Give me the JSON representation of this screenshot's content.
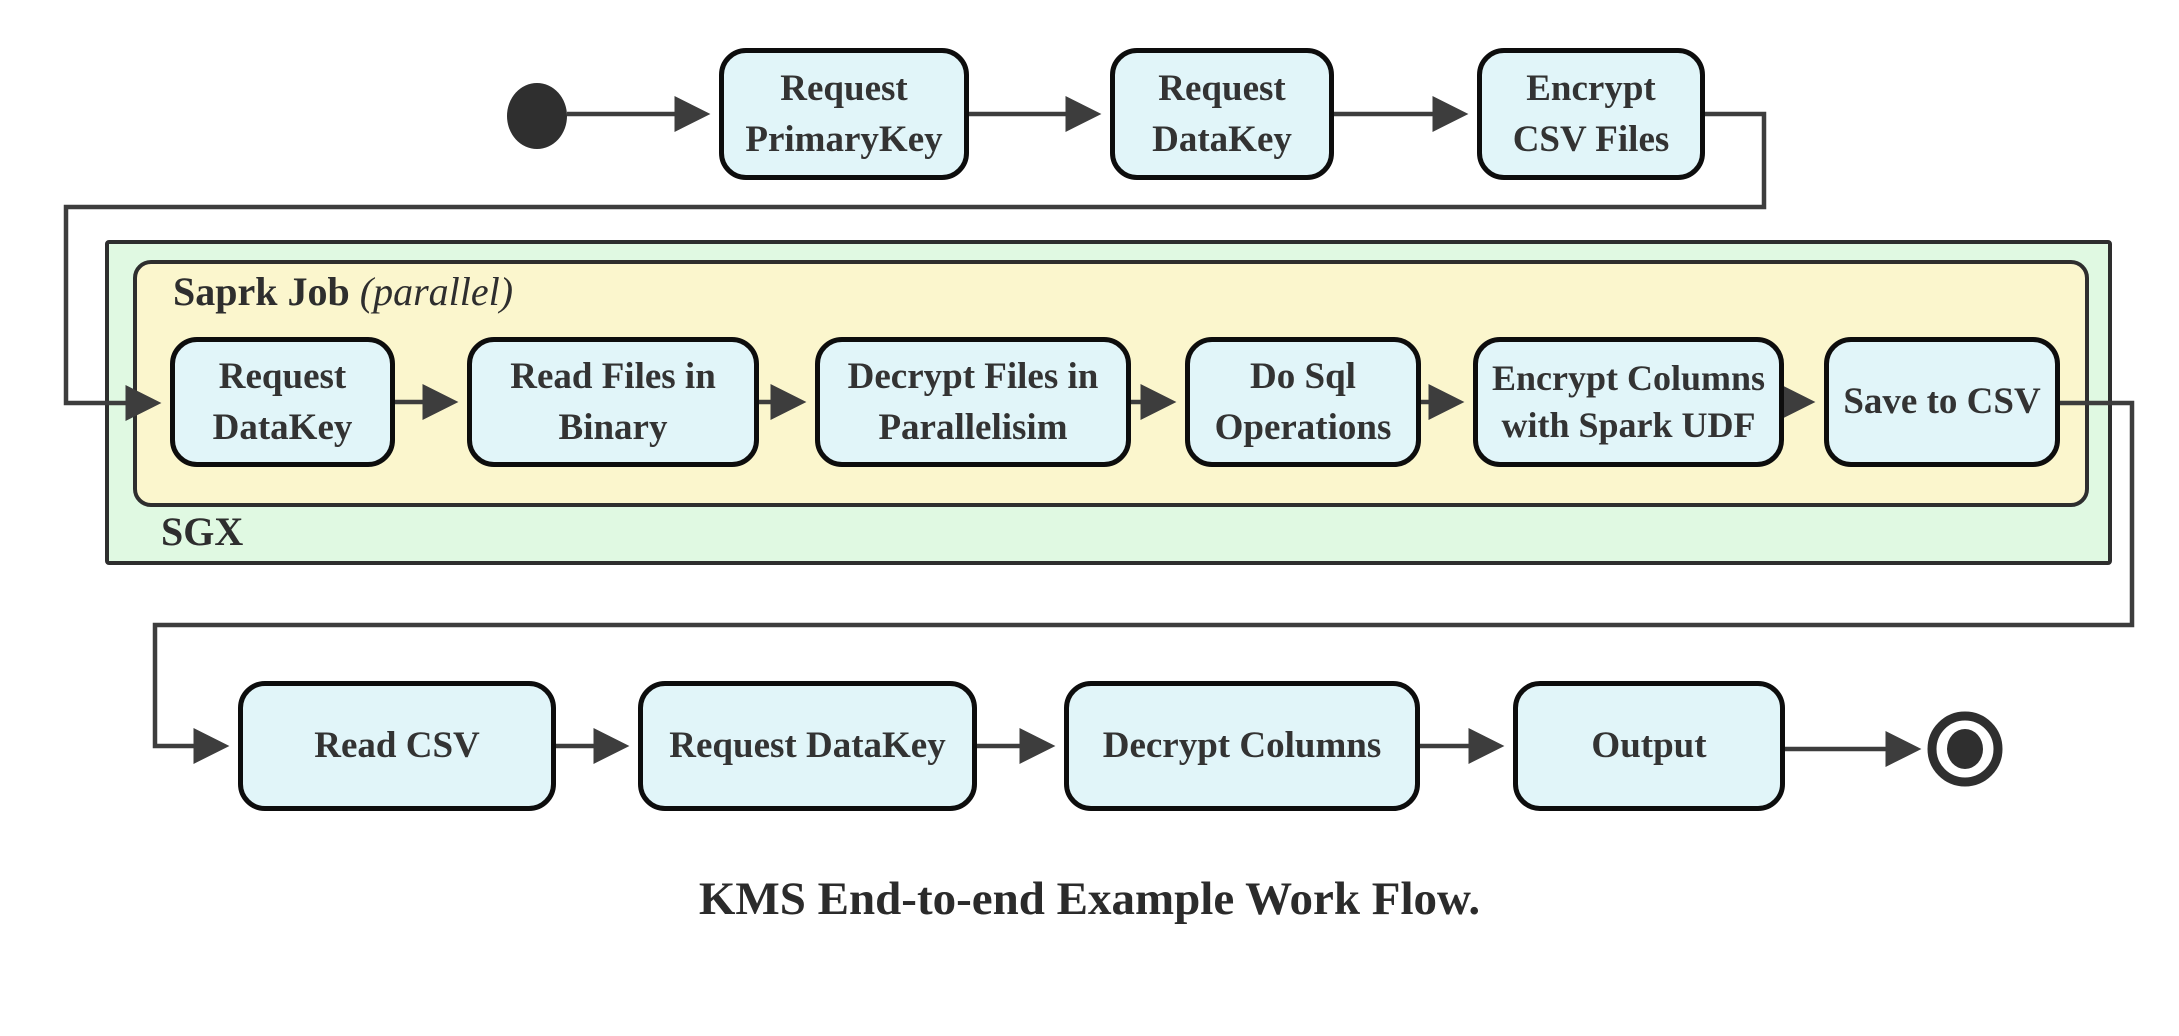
{
  "diagram": {
    "caption": "KMS End-to-end Example Work Flow.",
    "colors": {
      "node_fill": "#e1f5f9",
      "node_border": "#0d0d0d",
      "spark_container_fill": "#fbf6cd",
      "sgx_container_fill": "#e0f9e2",
      "container_border": "#2e2e2e",
      "edge": "#3d3d3d",
      "text": "#333333"
    },
    "containers": {
      "sgx": {
        "label": "SGX"
      },
      "spark_job": {
        "title": "Saprk Job",
        "subtitle": "(parallel)"
      }
    },
    "nodes": [
      {
        "id": "request-primarykey",
        "label": "Request PrimaryKey"
      },
      {
        "id": "request-datakey-top",
        "label": "Request DataKey"
      },
      {
        "id": "encrypt-csv-files",
        "label": "Encrypt CSV Files"
      },
      {
        "id": "request-datakey-sgx",
        "label": "Request DataKey"
      },
      {
        "id": "read-files-in-binary",
        "label": "Read Files in Binary"
      },
      {
        "id": "decrypt-files-in-parallelisim",
        "label": "Decrypt Files in Parallelisim"
      },
      {
        "id": "do-sql-operations",
        "label": "Do Sql Operations"
      },
      {
        "id": "encrypt-columns-with-spark-udf",
        "label": "Encrypt Columns with Spark UDF"
      },
      {
        "id": "save-to-csv",
        "label": "Save to CSV"
      },
      {
        "id": "read-csv",
        "label": "Read CSV"
      },
      {
        "id": "request-datakey-bottom",
        "label": "Request DataKey"
      },
      {
        "id": "decrypt-columns",
        "label": "Decrypt Columns"
      },
      {
        "id": "output",
        "label": "Output"
      }
    ],
    "markers": {
      "start": "start-state",
      "end": "end-state"
    }
  }
}
